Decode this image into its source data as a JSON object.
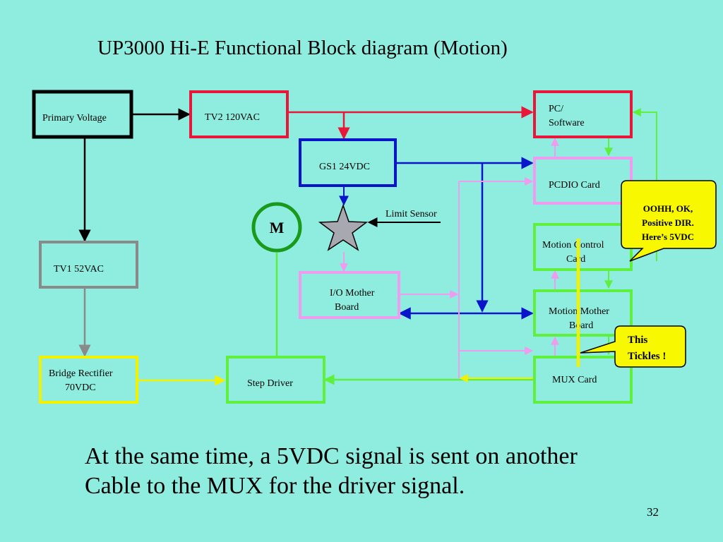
{
  "title": "UP3000 Hi-E Functional Block diagram (Motion)",
  "blocks": {
    "primary_voltage": "Primary Voltage",
    "tv2": "TV2 120VAC",
    "pc_software_line1": "PC/",
    "pc_software_line2": "Software",
    "gs1": "GS1 24VDC",
    "pcdio": "PCDIO Card",
    "tv1": "TV1 52VAC",
    "motion_control_line1": "Motion Control",
    "motion_control_line2": "Card",
    "io_mother_line1": "I/O Mother",
    "io_mother_line2": "Board",
    "motion_mother_line1": "Motion Mother",
    "motion_mother_line2": "Board",
    "bridge_line1": "Bridge Rectifier",
    "bridge_line2": "70VDC",
    "step_driver": "Step Driver",
    "mux": "MUX Card"
  },
  "motor_label": "M",
  "limit_sensor": "Limit Sensor",
  "callouts": {
    "oohh_line1": "OOHH, OK,",
    "oohh_line2": "Positive DIR.",
    "oohh_line3": "Here’s 5VDC",
    "tickles_line1": "This",
    "tickles_line2": "Tickles !"
  },
  "body_line1": "At the same time, a 5VDC signal is sent on another",
  "body_line2": "Cable to the MUX for the driver signal.",
  "page_number": "32",
  "colors": {
    "background": "#8fede0",
    "black": "#000000",
    "red": "#e8173a",
    "blue": "#0a14c8",
    "green": "#5ef03c",
    "gray": "#8a8a8a",
    "yellow": "#f2f200",
    "pink": "#f09bf0",
    "motor_green": "#1a9a1a",
    "star": "#a8a8b0"
  }
}
